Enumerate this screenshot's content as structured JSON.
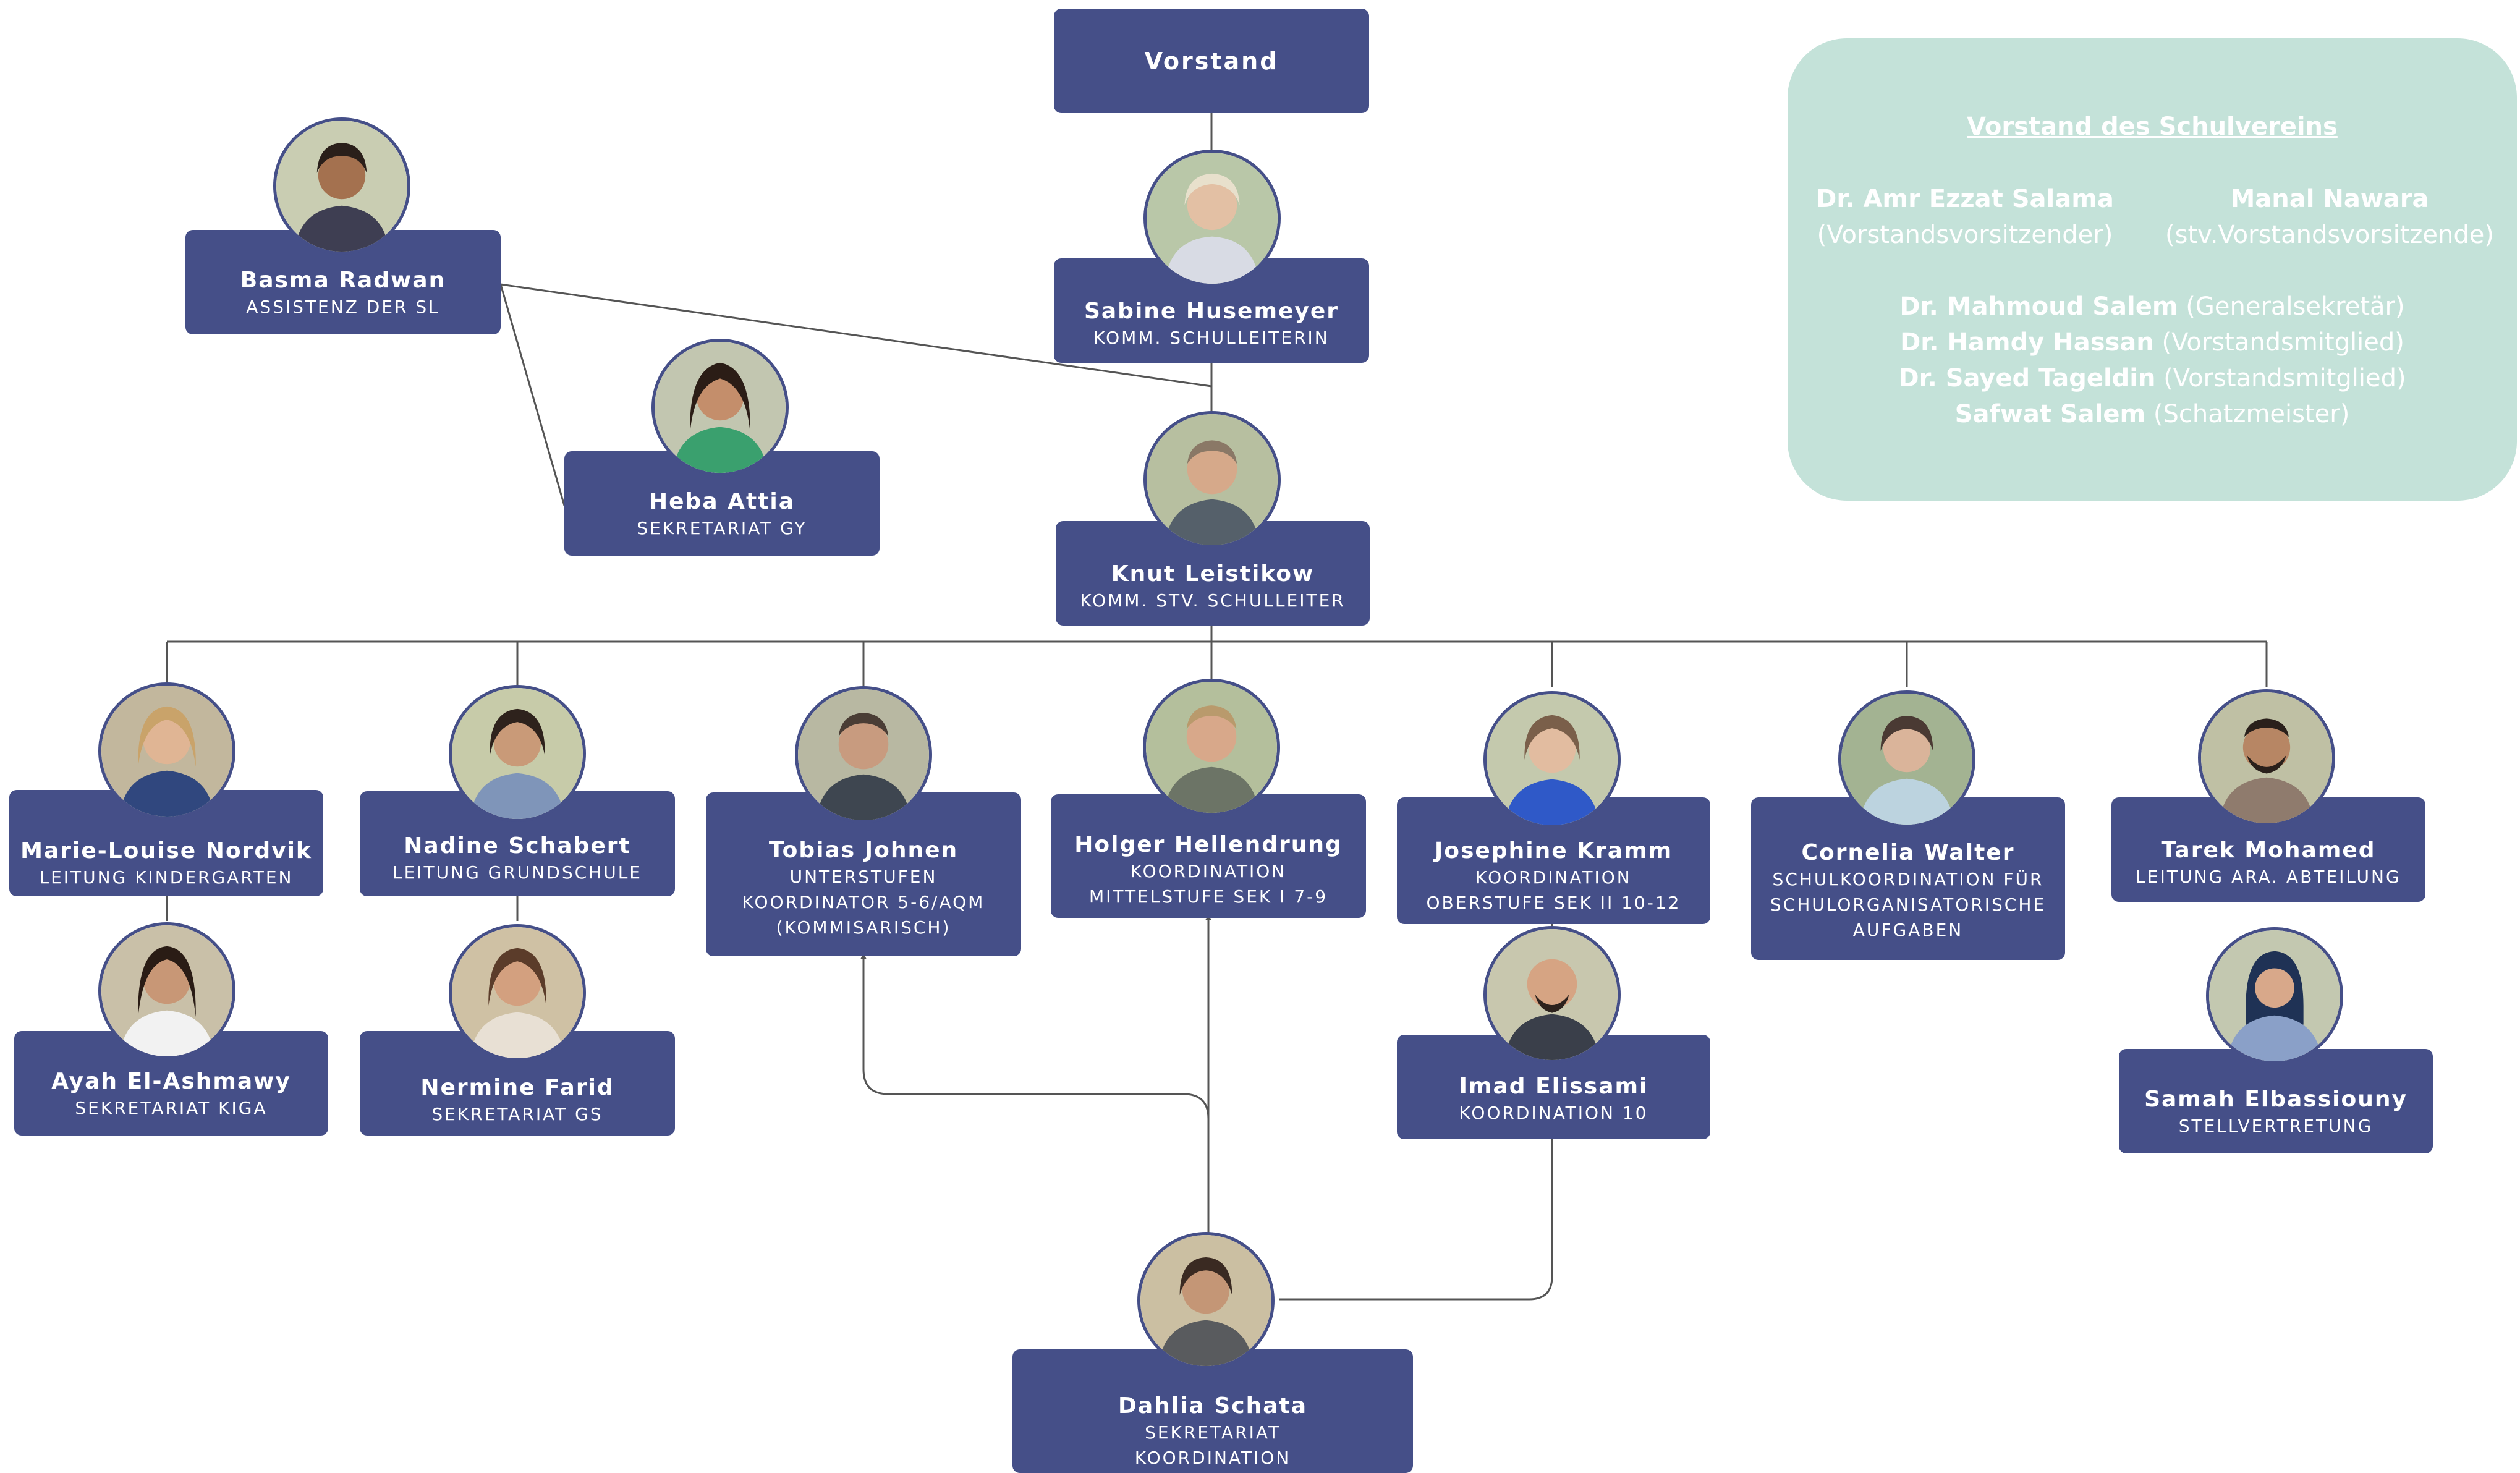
{
  "board": {
    "title": "Vorstand des Schulvereins",
    "chair": {
      "name": "Dr. Amr Ezzat Salama",
      "role": "(Vorstandsvorsitzender)"
    },
    "vice_chair": {
      "name": "Manal Nawara",
      "role": "(stv.Vorstandsvorsitzende)"
    },
    "members": [
      {
        "name": "Dr. Mahmoud Salem",
        "role": "(Generalsekretär)"
      },
      {
        "name": "Dr. Hamdy Hassan",
        "role": "(Vorstandsmitglied)"
      },
      {
        "name": "Dr. Sayed Tageldin",
        "role": "(Vorstandsmitglied)"
      },
      {
        "name": "Safwat Salem",
        "role": "(Schatzmeister)"
      }
    ]
  },
  "nodes": {
    "vorstand": {
      "label": "Vorstand"
    },
    "husemeyer": {
      "name": "Sabine Husemeyer",
      "role": "KOMM. SCHULLEITERIN"
    },
    "radwan": {
      "name": "Basma Radwan",
      "role": "ASSISTENZ DER SL"
    },
    "attia": {
      "name": "Heba Attia",
      "role": "SEKRETARIAT GY"
    },
    "leistikow": {
      "name": "Knut Leistikow",
      "role": "KOMM. STV. SCHULLEITER"
    },
    "nordvik": {
      "name": "Marie-Louise Nordvik",
      "role": "LEITUNG KINDERGARTEN"
    },
    "schabert": {
      "name": "Nadine Schabert",
      "role": "LEITUNG GRUNDSCHULE"
    },
    "johnen": {
      "name": "Tobias Johnen",
      "role_lines": [
        "UNTERSTUFEN",
        "KOORDINATOR 5-6/AQM",
        "(KOMMISARISCH)"
      ]
    },
    "hellendrung": {
      "name": "Holger Hellendrung",
      "role_lines": [
        "KOORDINATION",
        "MITTELSTUFE SEK I 7-9"
      ]
    },
    "kramm": {
      "name": "Josephine Kramm",
      "role_lines": [
        "KOORDINATION",
        "OBERSTUFE SEK II 10-12"
      ]
    },
    "walter": {
      "name": "Cornelia Walter",
      "role_lines": [
        "SCHULKOORDINATION FÜR",
        "SCHULORGANISATORISCHE",
        "AUFGABEN"
      ]
    },
    "mohamed": {
      "name": "Tarek Mohamed",
      "role": "LEITUNG ARA. ABTEILUNG"
    },
    "elashmawy": {
      "name": "Ayah El-Ashmawy",
      "role": "SEKRETARIAT KIGA"
    },
    "farid": {
      "name": "Nermine Farid",
      "role": "SEKRETARIAT GS"
    },
    "elissami": {
      "name": "Imad Elissami",
      "role": "KOORDINATION 10"
    },
    "elbassiouny": {
      "name": "Samah Elbassiouny",
      "role": "STELLVERTRETUNG"
    },
    "schata": {
      "name": "Dahlia Schata",
      "role_lines": [
        "SEKRETARIAT",
        "KOORDINATION"
      ]
    }
  },
  "colors": {
    "box": "#454f88",
    "card": "#c4e2d9",
    "line": "#555555"
  }
}
